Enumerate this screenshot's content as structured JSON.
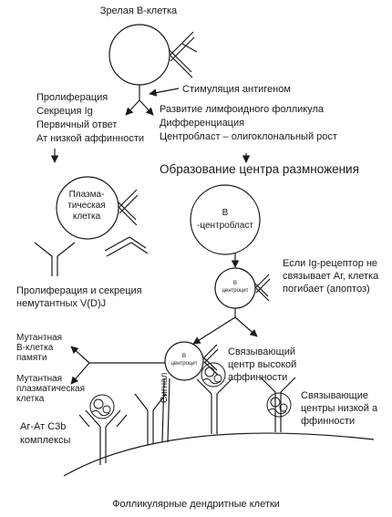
{
  "texts": {
    "mature_b_cell": "Зрелая В-клетка",
    "stimulation": "Стимуляция антигеном",
    "left_list": [
      "Пролиферация",
      "Секреция Ig",
      "Первичный ответ",
      "Ат низкой аффинности"
    ],
    "right_list": [
      "Развитие лимфоидного фолликула",
      "Дифференциация",
      "Центробласт – олигоклональный рост"
    ],
    "germinal_center_title": "Образование центра размножения",
    "plasma_cell": [
      "Плазма-",
      "тическая",
      "клетка"
    ],
    "centroblast": [
      "B",
      "-центробласт"
    ],
    "prolif_secretion": [
      "Пролиферация и секреция",
      "немутантных V(D)J"
    ],
    "centrocyte_1": [
      "B",
      "центроцит"
    ],
    "apoptosis": [
      "Если Ig-рецептор не",
      "связывает Аг, клетка",
      "погибает (апоптоз)"
    ],
    "mutant_memory": [
      "Мутантная",
      "В-клетка",
      "памяти"
    ],
    "centrocyte_2": [
      "B",
      "центроцит"
    ],
    "high_affinity": [
      "Связывающий",
      "центр высокой",
      "аффинности"
    ],
    "mutant_plasma": [
      "Мутантная",
      "плазматическая",
      "клетка"
    ],
    "low_affinity": [
      "Связывающие",
      "центры низкой а",
      "ффинности"
    ],
    "signal": "Сигнал",
    "complexes": [
      "Аг-Ат С3b",
      "комплексы"
    ],
    "fdc": "Фолликулярные дендритные клетки"
  }
}
